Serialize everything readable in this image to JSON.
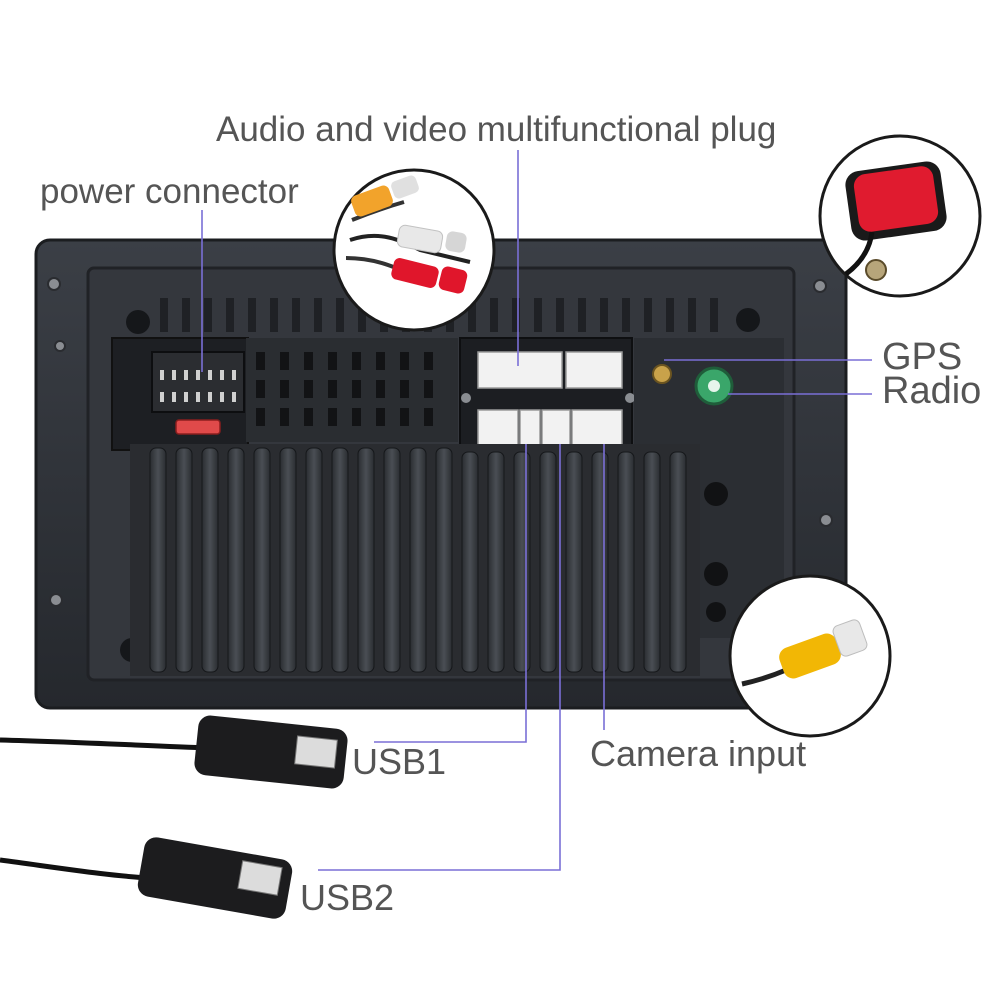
{
  "labels": {
    "audio_video": "Audio and video multifunctional plug",
    "power_connector": "power connector",
    "gps": "GPS",
    "radio": "Radio",
    "usb1": "USB1",
    "camera_input": "Camera input",
    "usb2": "USB2"
  },
  "colors": {
    "leader_line": "#7a6fd6",
    "text": "#555555",
    "rca_yellow": "#f2b705",
    "rca_red": "#e0162b",
    "rca_white": "#eeeeee",
    "antenna_green": "#3aa66a",
    "gps_pad_red": "#e01b2f"
  },
  "icons": [
    "usb-cable-icon",
    "rca-connector-icon",
    "gps-antenna-icon",
    "radio-antenna-port-icon"
  ]
}
